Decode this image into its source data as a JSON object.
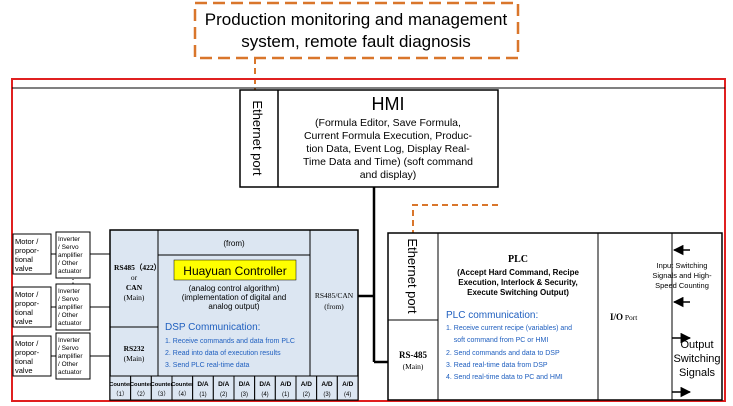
{
  "top_box": {
    "line1": "Production monitoring and management",
    "line2": "system, remote fault diagnosis"
  },
  "hmi": {
    "port_label": "Ethernet port",
    "title": "HMI",
    "desc": [
      "(Formula Editor, Save Formula,",
      "Current Formula Execution, Produc-",
      "tion Data, Event Log, Display Real-",
      "Time Data and Time) (soft command",
      "and display)"
    ]
  },
  "actuators": {
    "motor": [
      "Motor /",
      "propor-",
      "tional",
      "valve"
    ],
    "inverter": [
      "Inverter",
      "/ Servo",
      "amplifier",
      "/ Other",
      "actuator"
    ],
    "ellipsis": "⋮"
  },
  "controller": {
    "rs485_can": [
      "RS485（422）",
      "or",
      "CAN",
      "(Main)"
    ],
    "rs232": [
      "RS232",
      "(Main)"
    ],
    "from_top": "(from)",
    "title": "Huayuan Controller",
    "desc": [
      "(analog control algorithm)",
      "(implementation of digital and",
      "analog output)"
    ],
    "dsp_title": "DSP Communication:",
    "dsp_items": [
      "1. Receive commands and data from PLC",
      "2. Read into data of execution results",
      "3.  Send PLC real-time data"
    ],
    "rs485_right": [
      "RS485/CAN",
      "(from)"
    ],
    "bottom_ports": [
      {
        "name": "Counter",
        "num": "（1）"
      },
      {
        "name": "Counter",
        "num": "（2）"
      },
      {
        "name": "Counter",
        "num": "（3）"
      },
      {
        "name": "Counter",
        "num": "（4）"
      },
      {
        "name": "D/A",
        "num": "(1)"
      },
      {
        "name": "D/A",
        "num": "(2)"
      },
      {
        "name": "D/A",
        "num": "(3)"
      },
      {
        "name": "D/A",
        "num": "(4)"
      },
      {
        "name": "A/D",
        "num": "(1)"
      },
      {
        "name": "A/D",
        "num": "(2)"
      },
      {
        "name": "A/D",
        "num": "(3)"
      },
      {
        "name": "A/D",
        "num": "(4)"
      }
    ]
  },
  "plc": {
    "port_label": "Ethernet port",
    "rs485": [
      "RS-485",
      "(Main)"
    ],
    "title": "PLC",
    "desc": [
      "(Accept Hard Command, Recipe",
      "Execution, Interlock & Security,",
      "Execute Switching Output)"
    ],
    "comm_title": "PLC communication:",
    "comm_items": [
      "1. Receive current recipe (variables) and",
      "    soft command from PC or HMI",
      "2. Send commands and data to DSP",
      "3. Read real-time data from DSP",
      "4. Send real-time data to PC and HMI"
    ],
    "io_label": "I/O",
    "io_suffix": " Port"
  },
  "right_labels": {
    "input": [
      "Input Switching",
      "Signals and High-",
      "Speed Counting"
    ],
    "output": [
      "Output",
      "Switching",
      "Signals"
    ]
  },
  "colors": {
    "orange": "#d9762b",
    "red": "#e02020",
    "controller_fill": "#dce6f2",
    "title_yellow": "#ffff00",
    "blue_text": "#1f5fbf"
  }
}
